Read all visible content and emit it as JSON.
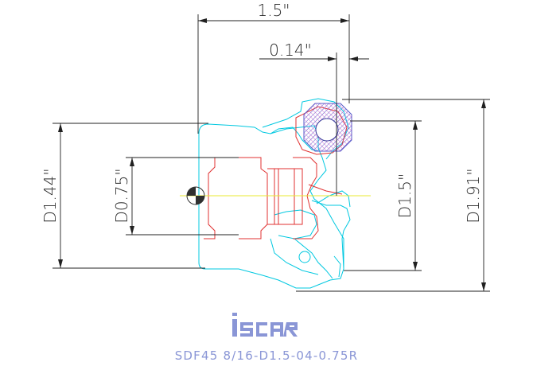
{
  "dimensions": {
    "overall_width": "1.5\"",
    "offset": "0.14\"",
    "d_left": "D1.44\"",
    "d_bore": "D0.75\"",
    "d_cut": "D1.5\"",
    "d_outer": "D1.91\""
  },
  "logo": {
    "text": "iscar",
    "color": "#8a96d6"
  },
  "caption": "SDF45 8/16-D1.5-04-0.75R",
  "colors": {
    "dimension": "#202020",
    "tool_body": "#00c8e0",
    "cutter_section": "#e03030",
    "insert_hatch": "#5a5ac8",
    "centerline": "#e8e830"
  }
}
